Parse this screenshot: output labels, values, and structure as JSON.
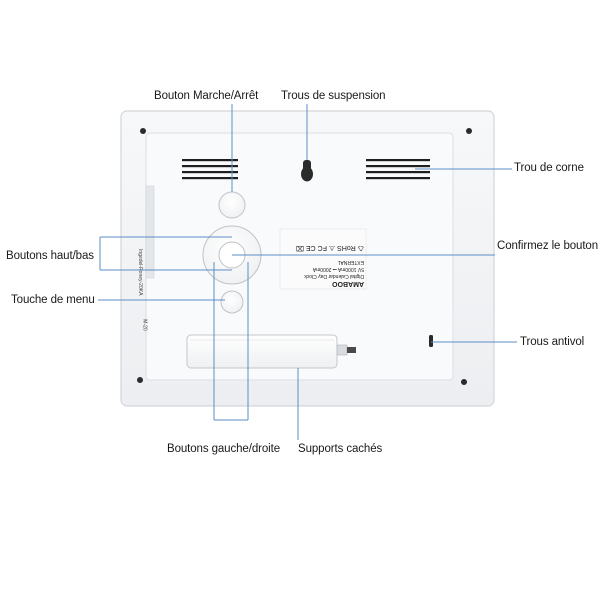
{
  "callouts": {
    "power_button": "Bouton Marche/Arrêt",
    "hanging_hole": "Trous de suspension",
    "horn_hole": "Trou de corne",
    "up_down_buttons": "Boutons haut/bas",
    "confirm_button": "Confirmez le bouton",
    "menu_key": "Touche de menu",
    "antitheft_holes": "Trous antivol",
    "left_right_buttons": "Boutons gauche/droite",
    "hidden_supports": "Supports cachés"
  },
  "device_label": {
    "brand": "AMABOO",
    "product": "Digital Calendar Day Clock",
    "spec": "5V 1000mA ⎓ 2000mA",
    "input": "EXTERNAL",
    "cert_marks": "♺ RoHS  ⚠ FC CE  ⌧",
    "side_text": "Ingedel-Roney-20KA",
    "side_code": "M-20"
  },
  "colors": {
    "frame": "#f1f2f4",
    "frame_edge": "#d4d6da",
    "back_panel": "#f8f9fa",
    "leader_line": "#5b8ec7",
    "button_stroke": "#bfc3c8"
  }
}
